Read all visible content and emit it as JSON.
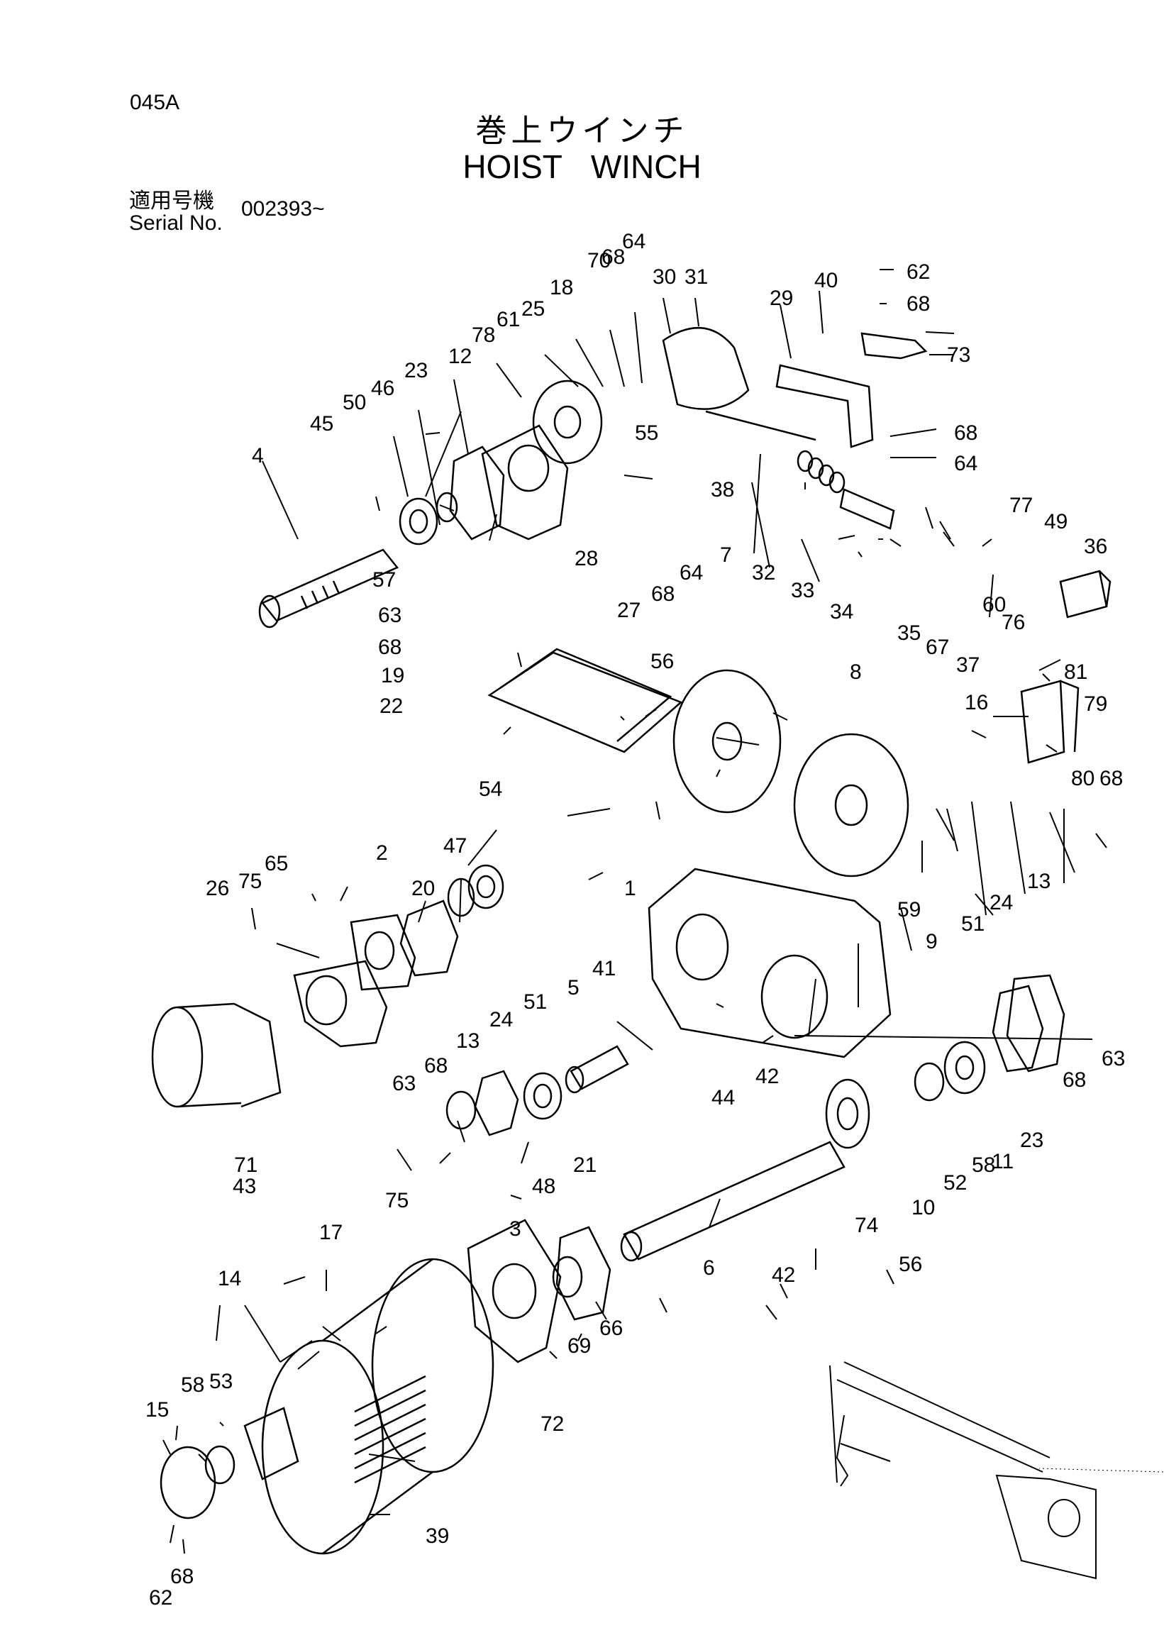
{
  "header": {
    "page_code": "045A",
    "title_jp": "巻上ウインチ",
    "title_en": "HOIST   WINCH",
    "serial_label_jp": "適用号機",
    "serial_label_en": "Serial No.",
    "serial_value": "002393~"
  },
  "callouts": {
    "c1": "1",
    "c2": "2",
    "c3": "3",
    "c4": "4",
    "c5": "5",
    "c6": "6",
    "c7": "7",
    "c8": "8",
    "c9": "9",
    "c10": "10",
    "c11": "11",
    "c12": "12",
    "c13a": "13",
    "c13b": "13",
    "c14": "14",
    "c15": "15",
    "c16": "16",
    "c17": "17",
    "c18": "18",
    "c19": "19",
    "c20": "20",
    "c21": "21",
    "c22": "22",
    "c23a": "23",
    "c23b": "23",
    "c24a": "24",
    "c24b": "24",
    "c25": "25",
    "c26": "26",
    "c27": "27",
    "c28": "28",
    "c29": "29",
    "c30": "30",
    "c31": "31",
    "c32": "32",
    "c33": "33",
    "c34": "34",
    "c35": "35",
    "c36": "36",
    "c37": "37",
    "c38": "38",
    "c39": "39",
    "c40": "40",
    "c41": "41",
    "c42a": "42",
    "c42b": "42",
    "c43": "43",
    "c44": "44",
    "c45": "45",
    "c46": "46",
    "c47": "47",
    "c48": "48",
    "c49": "49",
    "c50": "50",
    "c51a": "51",
    "c51b": "51",
    "c52": "52",
    "c53": "53",
    "c54": "54",
    "c55": "55",
    "c56a": "56",
    "c56b": "56",
    "c57": "57",
    "c58a": "58",
    "c58b": "58",
    "c59": "59",
    "c60": "60",
    "c61": "61",
    "c62a": "62",
    "c62b": "62",
    "c63a": "63",
    "c63b": "63",
    "c63c": "63",
    "c64a": "64",
    "c64b": "64",
    "c64c": "64",
    "c65": "65",
    "c66": "66",
    "c67": "67",
    "c68a": "68",
    "c68b": "68",
    "c68c": "68",
    "c68d": "68",
    "c68e": "68",
    "c68f": "68",
    "c68g": "68",
    "c68h": "68",
    "c68i": "68",
    "c69": "69",
    "c70": "70",
    "c71": "71",
    "c72": "72",
    "c73": "73",
    "c74": "74",
    "c75a": "75",
    "c75b": "75",
    "c76": "76",
    "c77": "77",
    "c78": "78",
    "c79": "79",
    "c80": "80",
    "c81": "81"
  }
}
